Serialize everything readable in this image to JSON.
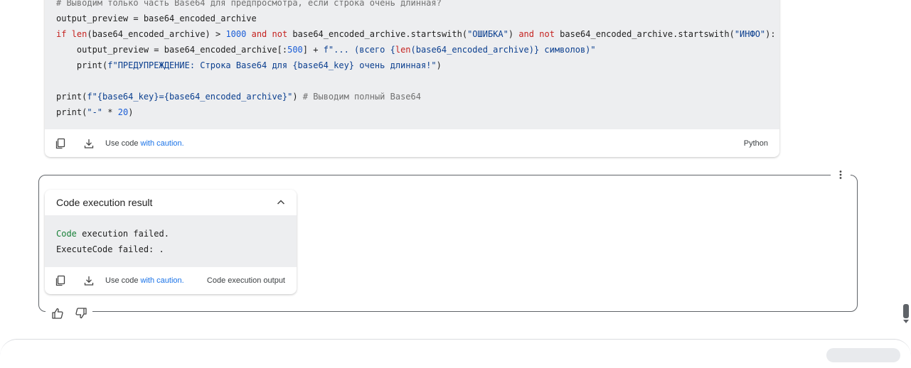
{
  "code_block": {
    "lines": [
      [
        {
          "t": "# Выводим только часть Base64 для предпросмотра, если строка очень длинная?",
          "c": "cmt"
        }
      ],
      [
        {
          "t": "output_preview = base64_encoded_archive",
          "c": ""
        }
      ],
      [
        {
          "t": "if ",
          "c": "kw"
        },
        {
          "t": "len",
          "c": "kw"
        },
        {
          "t": "(base64_encoded_archive) > ",
          "c": ""
        },
        {
          "t": "1000",
          "c": "num"
        },
        {
          "t": " ",
          "c": ""
        },
        {
          "t": "and",
          "c": "kw"
        },
        {
          "t": " ",
          "c": ""
        },
        {
          "t": "not",
          "c": "kw"
        },
        {
          "t": " base64_encoded_archive.startswith(",
          "c": ""
        },
        {
          "t": "\"ОШИБКА\"",
          "c": "str"
        },
        {
          "t": ") ",
          "c": ""
        },
        {
          "t": "and",
          "c": "kw"
        },
        {
          "t": " ",
          "c": ""
        },
        {
          "t": "not",
          "c": "kw"
        },
        {
          "t": " base64_encoded_archive.startswith(",
          "c": ""
        },
        {
          "t": "\"ИНФО\"",
          "c": "str"
        },
        {
          "t": "):",
          "c": ""
        }
      ],
      [
        {
          "t": "    output_preview = base64_encoded_archive[:",
          "c": ""
        },
        {
          "t": "500",
          "c": "num"
        },
        {
          "t": "] + ",
          "c": ""
        },
        {
          "t": "f\"... (всего {",
          "c": "str"
        },
        {
          "t": "len",
          "c": "kw"
        },
        {
          "t": "(base64_encoded_archive)} символов)\"",
          "c": "str"
        }
      ],
      [
        {
          "t": "    print(",
          "c": ""
        },
        {
          "t": "f\"ПРЕДУПРЕЖДЕНИЕ: Строка Base64 для {base64_key} очень длинная!\"",
          "c": "str"
        },
        {
          "t": ")",
          "c": ""
        }
      ],
      [
        {
          "t": "",
          "c": ""
        }
      ],
      [
        {
          "t": "print(",
          "c": ""
        },
        {
          "t": "f\"{base64_key}={base64_encoded_archive}\"",
          "c": "str"
        },
        {
          "t": ") ",
          "c": ""
        },
        {
          "t": "# Выводим полный Base64",
          "c": "cmt"
        }
      ],
      [
        {
          "t": "print(",
          "c": ""
        },
        {
          "t": "\"-\"",
          "c": "str"
        },
        {
          "t": " * ",
          "c": ""
        },
        {
          "t": "20",
          "c": "num"
        },
        {
          "t": ")",
          "c": ""
        }
      ]
    ],
    "footer": {
      "use_code": "Use code ",
      "caution": "with caution.",
      "language": "Python"
    }
  },
  "result": {
    "title": "Code execution result",
    "lines": [
      [
        {
          "t": "Code",
          "c": "green"
        },
        {
          "t": " execution failed.",
          "c": ""
        }
      ],
      [
        {
          "t": "ExecuteCode failed: .",
          "c": ""
        }
      ]
    ],
    "footer": {
      "use_code": "Use code ",
      "caution": "with caution.",
      "output_label": "Code execution output"
    }
  },
  "icons": {
    "copy": "copy-icon",
    "download": "download-icon",
    "more": "more-vertical-icon",
    "collapse": "chevron-up-icon",
    "thumb_up": "thumb-up-icon",
    "thumb_down": "thumb-down-icon"
  }
}
